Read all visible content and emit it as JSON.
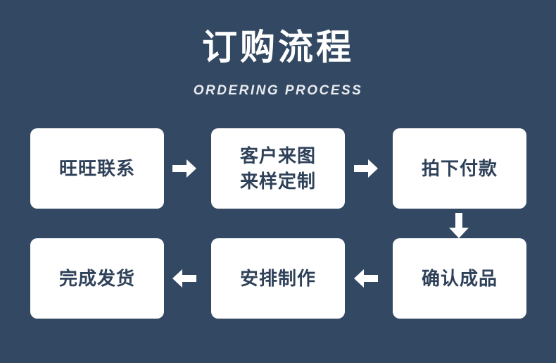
{
  "header": {
    "title": "订购流程",
    "subtitle": "ORDERING PROCESS"
  },
  "colors": {
    "background": "#334862",
    "box_fill": "#ffffff",
    "box_text": "#2e4159",
    "arrow": "#ffffff",
    "title_text": "#ffffff"
  },
  "flow": {
    "steps": [
      {
        "id": "step-1",
        "line1": "旺旺联系",
        "line2": ""
      },
      {
        "id": "step-2",
        "line1": "客户来图",
        "line2": "来样定制"
      },
      {
        "id": "step-3",
        "line1": "拍下付款",
        "line2": ""
      },
      {
        "id": "step-4",
        "line1": "确认成品",
        "line2": ""
      },
      {
        "id": "step-5",
        "line1": "安排制作",
        "line2": ""
      },
      {
        "id": "step-6",
        "line1": "完成发货",
        "line2": ""
      }
    ],
    "connectors": [
      {
        "id": "connector-1",
        "direction": "right"
      },
      {
        "id": "connector-2",
        "direction": "right"
      },
      {
        "id": "connector-3",
        "direction": "down"
      },
      {
        "id": "connector-4",
        "direction": "left"
      },
      {
        "id": "connector-5",
        "direction": "left"
      }
    ]
  }
}
